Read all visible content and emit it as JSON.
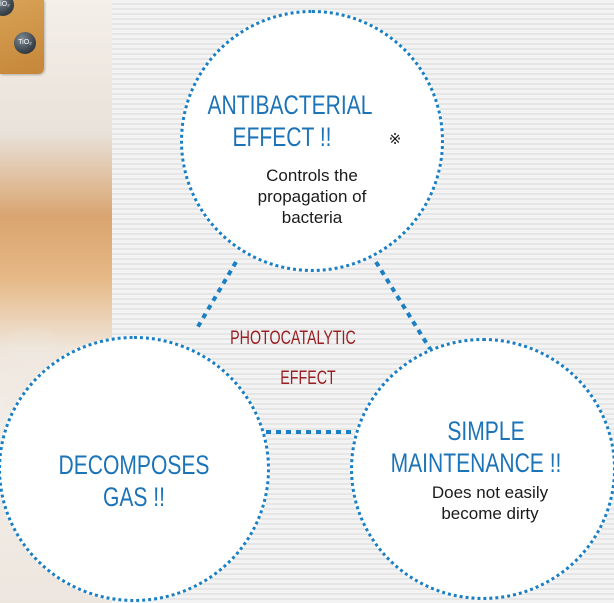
{
  "molecule": {
    "label": "TiO₂"
  },
  "center": {
    "line1": "PHOTOCATALYTIC",
    "line2": "EFFECT"
  },
  "antibacterial": {
    "title_line1": "ANTIBACTERIAL",
    "title_line2": "EFFECT !!",
    "note_mark": "※",
    "desc": [
      "Controls the",
      "propagation of",
      "bacteria"
    ]
  },
  "gas": {
    "title_line1": "DECOMPOSES",
    "title_line2": "GAS !!"
  },
  "maintenance": {
    "title_line1": "SIMPLE",
    "title_line2": "MAINTENANCE !!",
    "desc": [
      "Does not easily",
      "become dirty"
    ]
  },
  "colors": {
    "accent_blue": "#1a7fc4",
    "title_blue": "#1b73b8",
    "center_red": "#9a1f22"
  }
}
